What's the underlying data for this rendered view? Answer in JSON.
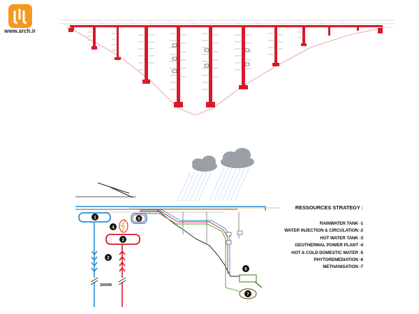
{
  "branding": {
    "site_url": "www.arch.ir",
    "logo_color": "#f39a1e"
  },
  "legend": {
    "title": "RESSOURCES STRATEGY :",
    "items": [
      "RAINWATER TANK -1",
      "WATER INJECTION & CIRCULATION -2",
      "HOT WATER TANK -3",
      "GEOTHERMAL POWER PLANT -4",
      "HOT & COLD DOMESTIC WATER -5",
      "PHYTOREMEDIATION -6",
      "METHANISATION -7"
    ]
  },
  "diagram": {
    "depth_label": "3000M",
    "node_numbers": [
      "1",
      "2",
      "3",
      "4",
      "5",
      "6",
      "7"
    ]
  },
  "colors": {
    "bridge_red": "#d8192a",
    "cold_water_blue": "#2a8fd3",
    "hot_water_red": "#d8192a",
    "rain_blue": "#7fb6e6",
    "cloud_grey": "#9aa0a6",
    "phyto_green": "#4e9a3c",
    "structure_grey": "#9c9c9c"
  }
}
